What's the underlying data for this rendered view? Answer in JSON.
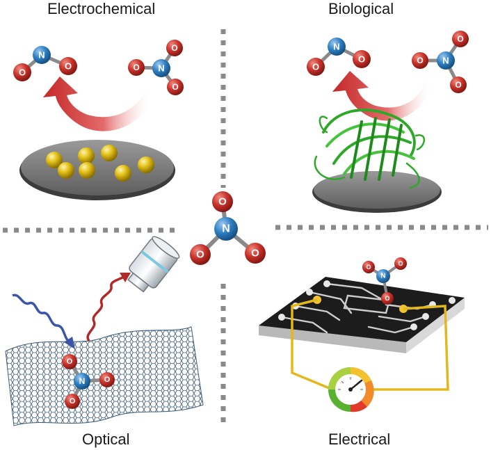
{
  "panels": {
    "electrochemical": {
      "title": "Electrochemical"
    },
    "biological": {
      "title": "Biological"
    },
    "optical": {
      "title": "Optical"
    },
    "electrical": {
      "title": "Electrical"
    }
  },
  "atoms": {
    "nitrogen": "N",
    "oxygen": "O"
  },
  "colors": {
    "nitrogen": "#2f7fc1",
    "oxygen": "#c8322a",
    "arrow_red": "#d63a3a",
    "gold": "#d8b317",
    "protein_green": "#35b02a",
    "divider": "#8a8a8a",
    "pcb": "#1c1c1c",
    "wire_yellow": "#e2b81c",
    "wave_blue": "#3a55a8",
    "wave_red": "#b02a2a"
  }
}
